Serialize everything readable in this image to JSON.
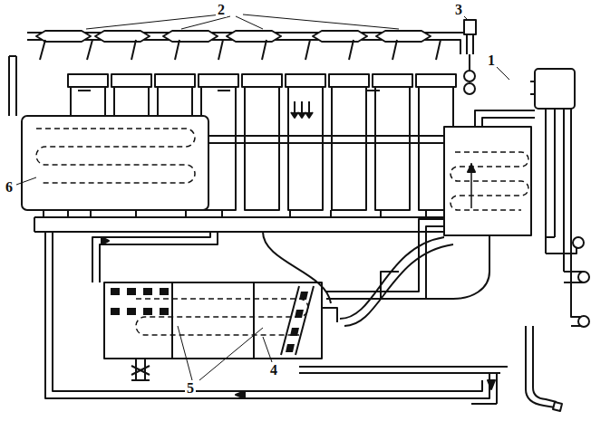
{
  "diagram": {
    "labels": [
      "2",
      "3",
      "1",
      "6",
      "5",
      "4"
    ]
  }
}
